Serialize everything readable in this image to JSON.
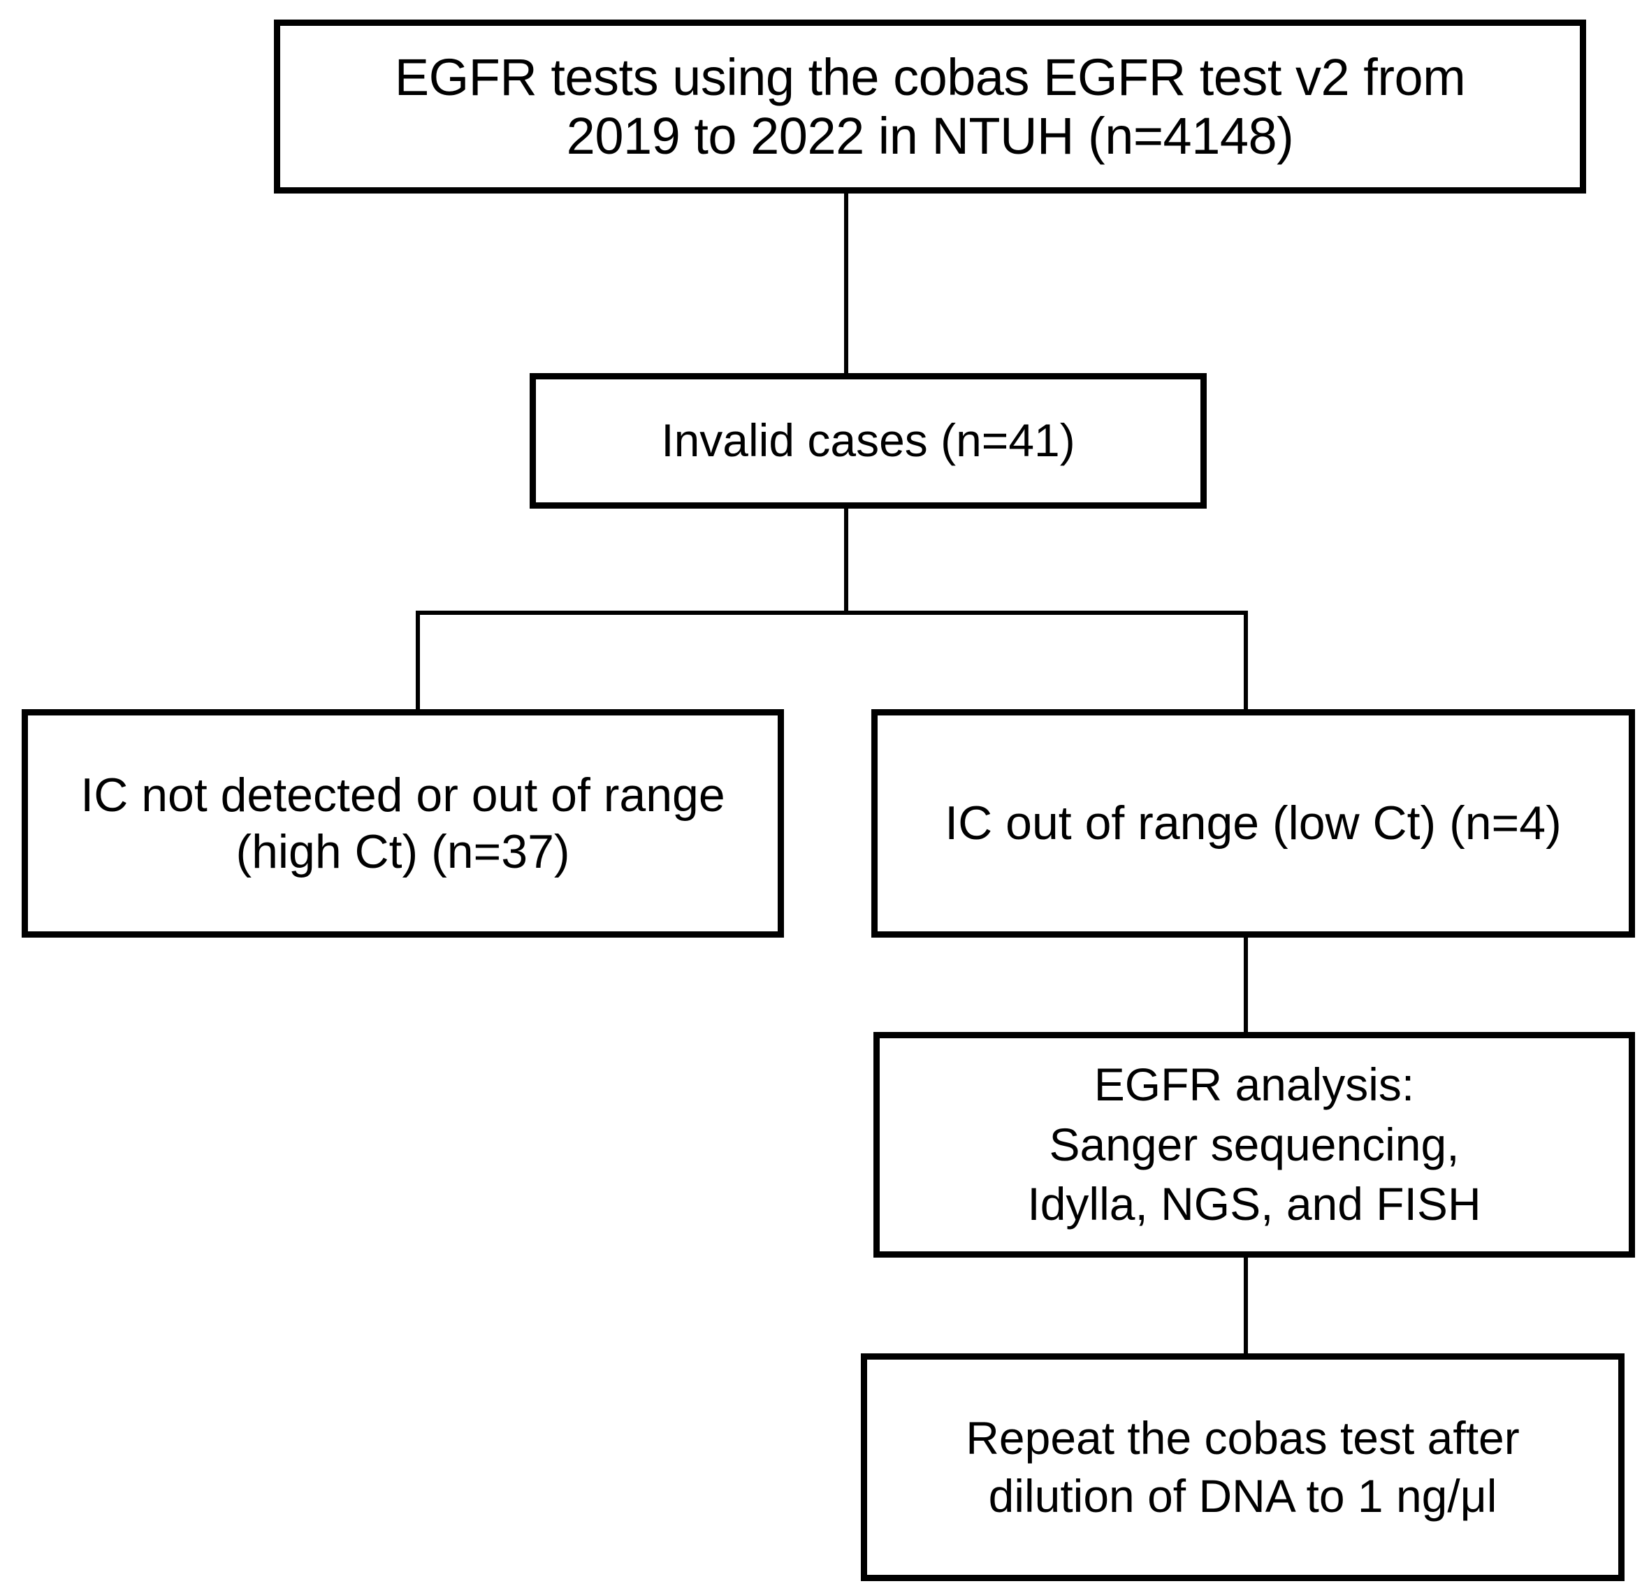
{
  "figure": {
    "type": "flowchart",
    "orientation": "top-down",
    "background_color": "#ffffff",
    "line_color": "#000000",
    "box_border_color": "#000000",
    "box_fill_color": "#ffffff"
  },
  "nodes": {
    "root": {
      "id": "root",
      "lines": [
        "EGFR tests using the cobas EGFR test v2 from",
        "2019 to 2022 in NTUH (n=4148)"
      ],
      "count_label": "n=4148",
      "count": 4148
    },
    "invalid": {
      "id": "invalid",
      "lines": [
        "Invalid cases (n=41)"
      ],
      "count_label": "n=41",
      "count": 41
    },
    "high_ct": {
      "id": "high_ct",
      "lines": [
        "IC not detected or out of range",
        "(high Ct) (n=37)"
      ],
      "count_label": "n=37",
      "count": 37
    },
    "low_ct": {
      "id": "low_ct",
      "lines": [
        "IC out of range (low Ct) (n=4)"
      ],
      "count_label": "n=4",
      "count": 4
    },
    "egfr_analysis": {
      "id": "egfr_analysis",
      "lines": [
        "EGFR analysis:",
        "Sanger sequencing,",
        "Idylla, NGS, and FISH"
      ]
    },
    "repeat_test": {
      "id": "repeat_test",
      "lines": [
        "Repeat the cobas test after",
        "dilution of DNA to 1 ng/μl"
      ]
    }
  },
  "edges": [
    {
      "from": "root",
      "to": "invalid",
      "style": "straight-vertical"
    },
    {
      "from": "invalid",
      "to": "high_ct",
      "style": "elbow-left"
    },
    {
      "from": "invalid",
      "to": "low_ct",
      "style": "elbow-right"
    },
    {
      "from": "low_ct",
      "to": "egfr_analysis",
      "style": "straight-vertical"
    },
    {
      "from": "egfr_analysis",
      "to": "repeat_test",
      "style": "straight-vertical"
    }
  ]
}
